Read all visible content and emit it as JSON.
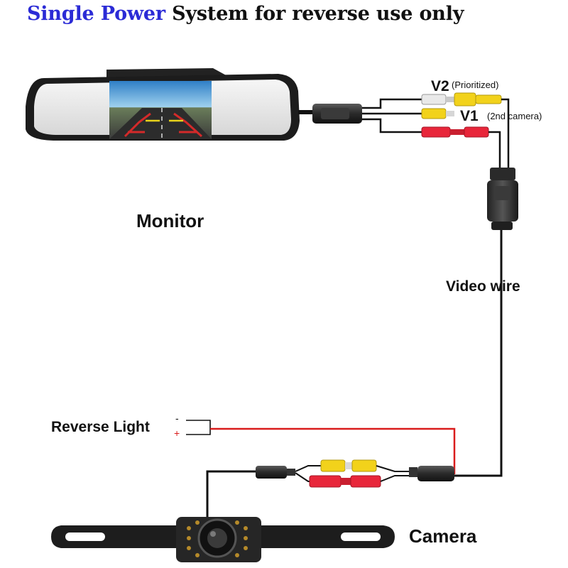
{
  "title": {
    "highlight": "Single Power",
    "rest": " System for reverse use only",
    "highlight_color": "#2b2bd6"
  },
  "labels": {
    "v2": "V2",
    "v2_note": "(Prioritized)",
    "v1": "V1",
    "v1_note": "(2nd camera)",
    "monitor": "Monitor",
    "video_wire": "Video wire",
    "reverse_light": "Reverse Light",
    "minus": "-",
    "plus": "+",
    "camera": "Camera"
  },
  "colors": {
    "wire": "#111111",
    "power_wire": "#d91c1c",
    "rca_yellow": "#f2d21b",
    "rca_red": "#e8263a",
    "rca_white": "#efefef"
  }
}
